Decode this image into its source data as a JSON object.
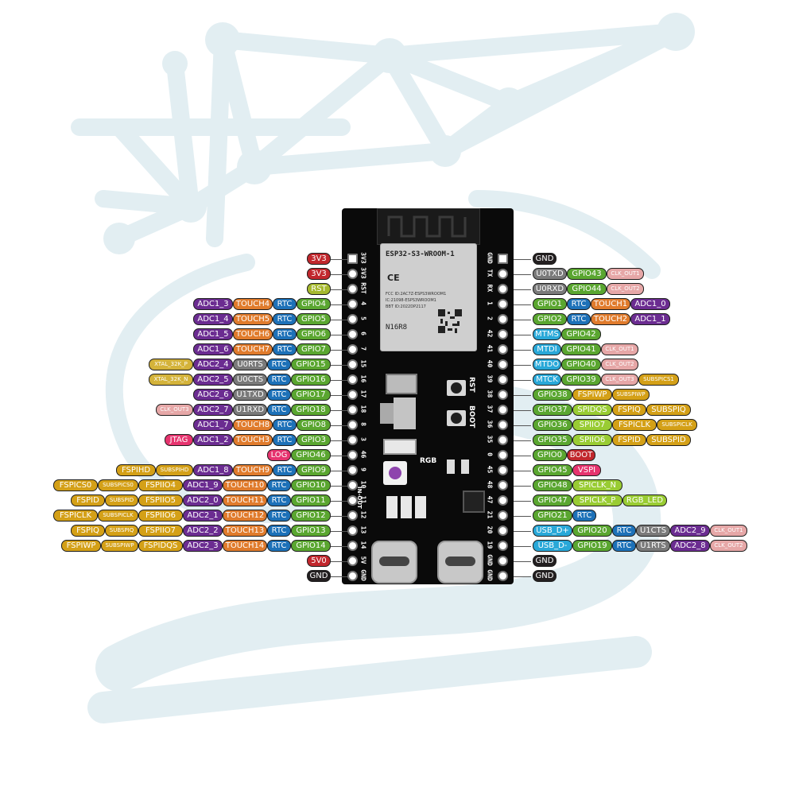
{
  "module": {
    "model": "ESP32-S3-WROOM-1",
    "fcc": "FCC ID:2AC7Z-ESPS3WROOM1",
    "ic": "IC:21098-ESPS3WROOM1",
    "bt": "BBT ID:2022DP2117",
    "variant": "N16R8"
  },
  "board": {
    "rst_label": "RST",
    "boot_label": "BOOT",
    "rgb_label": "RGB",
    "inout_label": "IN-OUT",
    "left_header": [
      "3V3",
      "3V3",
      "RST",
      "4",
      "5",
      "6",
      "7",
      "15",
      "16",
      "17",
      "18",
      "8",
      "3",
      "46",
      "9",
      "10",
      "11",
      "12",
      "13",
      "14",
      "5V",
      "GND"
    ],
    "right_header": [
      "GND",
      "TX",
      "RX",
      "1",
      "2",
      "42",
      "41",
      "40",
      "39",
      "38",
      "37",
      "36",
      "35",
      "0",
      "45",
      "48",
      "47",
      "21",
      "20",
      "19",
      "GND",
      "GND"
    ]
  },
  "colors": {
    "power_red": "#c1272d",
    "gnd_black": "#231f20",
    "rst_olive": "#a5b82d",
    "adc_purple": "#6b2c91",
    "touch_orange": "#e07b2c",
    "rtc_blue": "#1d71b8",
    "gpio_green": "#5aa630",
    "uart_gray": "#7a7a7a",
    "xtal_yellow": "#d4b33a",
    "clkout_pink": "#e6a7a7",
    "jtag_pink": "#e6336e",
    "mtx_cyan": "#29a8d8",
    "spi_lime": "#99cc33",
    "fspi_gold": "#d4a017",
    "usb_cyan": "#29a8d8",
    "background_pattern": "#e2eef2"
  },
  "left_pins": [
    [
      {
        "t": "3V3",
        "c": "power_red"
      }
    ],
    [
      {
        "t": "3V3",
        "c": "power_red"
      }
    ],
    [
      {
        "t": "RST",
        "c": "rst_olive"
      }
    ],
    [
      {
        "t": "GPIO4",
        "c": "gpio_green"
      },
      {
        "t": "RTC",
        "c": "rtc_blue"
      },
      {
        "t": "TOUCH4",
        "c": "touch_orange"
      },
      {
        "t": "ADC1_3",
        "c": "adc_purple"
      }
    ],
    [
      {
        "t": "GPIO5",
        "c": "gpio_green"
      },
      {
        "t": "RTC",
        "c": "rtc_blue"
      },
      {
        "t": "TOUCH5",
        "c": "touch_orange"
      },
      {
        "t": "ADC1_4",
        "c": "adc_purple"
      }
    ],
    [
      {
        "t": "GPIO6",
        "c": "gpio_green"
      },
      {
        "t": "RTC",
        "c": "rtc_blue"
      },
      {
        "t": "TOUCH6",
        "c": "touch_orange"
      },
      {
        "t": "ADC1_5",
        "c": "adc_purple"
      }
    ],
    [
      {
        "t": "GPIO7",
        "c": "gpio_green"
      },
      {
        "t": "RTC",
        "c": "rtc_blue"
      },
      {
        "t": "TOUCH7",
        "c": "touch_orange"
      },
      {
        "t": "ADC1_6",
        "c": "adc_purple"
      }
    ],
    [
      {
        "t": "GPIO15",
        "c": "gpio_green"
      },
      {
        "t": "RTC",
        "c": "rtc_blue"
      },
      {
        "t": "U0RTS",
        "c": "uart_gray"
      },
      {
        "t": "ADC2_4",
        "c": "adc_purple"
      },
      {
        "t": "XTAL_32K_P",
        "c": "xtal_yellow",
        "s": 1
      }
    ],
    [
      {
        "t": "GPIO16",
        "c": "gpio_green"
      },
      {
        "t": "RTC",
        "c": "rtc_blue"
      },
      {
        "t": "U0CTS",
        "c": "uart_gray"
      },
      {
        "t": "ADC2_5",
        "c": "adc_purple"
      },
      {
        "t": "XTAL_32K_N",
        "c": "xtal_yellow",
        "s": 1
      }
    ],
    [
      {
        "t": "GPIO17",
        "c": "gpio_green"
      },
      {
        "t": "RTC",
        "c": "rtc_blue"
      },
      {
        "t": "U1TXD",
        "c": "uart_gray"
      },
      {
        "t": "ADC2_6",
        "c": "adc_purple"
      }
    ],
    [
      {
        "t": "GPIO18",
        "c": "gpio_green"
      },
      {
        "t": "RTC",
        "c": "rtc_blue"
      },
      {
        "t": "U1RXD",
        "c": "uart_gray"
      },
      {
        "t": "ADC2_7",
        "c": "adc_purple"
      },
      {
        "t": "CLK_OUT3",
        "c": "clkout_pink",
        "s": 1
      }
    ],
    [
      {
        "t": "GPIO8",
        "c": "gpio_green"
      },
      {
        "t": "RTC",
        "c": "rtc_blue"
      },
      {
        "t": "TOUCH8",
        "c": "touch_orange"
      },
      {
        "t": "ADC1_7",
        "c": "adc_purple"
      }
    ],
    [
      {
        "t": "GPIO3",
        "c": "gpio_green"
      },
      {
        "t": "RTC",
        "c": "rtc_blue"
      },
      {
        "t": "TOUCH3",
        "c": "touch_orange"
      },
      {
        "t": "ADC1_2",
        "c": "adc_purple"
      },
      {
        "t": "JTAG",
        "c": "jtag_pink"
      }
    ],
    [
      {
        "t": "GPIO46",
        "c": "gpio_green"
      },
      {
        "t": "LOG",
        "c": "jtag_pink"
      }
    ],
    [
      {
        "t": "GPIO9",
        "c": "gpio_green"
      },
      {
        "t": "RTC",
        "c": "rtc_blue"
      },
      {
        "t": "TOUCH9",
        "c": "touch_orange"
      },
      {
        "t": "ADC1_8",
        "c": "adc_purple"
      },
      {
        "t": "SUBSPIHD",
        "c": "fspi_gold",
        "s": 1
      },
      {
        "t": "FSPIHD",
        "c": "fspi_gold"
      }
    ],
    [
      {
        "t": "GPIO10",
        "c": "gpio_green"
      },
      {
        "t": "RTC",
        "c": "rtc_blue"
      },
      {
        "t": "TOUCH10",
        "c": "touch_orange"
      },
      {
        "t": "ADC1_9",
        "c": "adc_purple"
      },
      {
        "t": "FSPIIO4",
        "c": "fspi_gold"
      },
      {
        "t": "SUBSPICS0",
        "c": "fspi_gold",
        "s": 1
      },
      {
        "t": "FSPICS0",
        "c": "fspi_gold"
      }
    ],
    [
      {
        "t": "GPIO11",
        "c": "gpio_green"
      },
      {
        "t": "RTC",
        "c": "rtc_blue"
      },
      {
        "t": "TOUCH11",
        "c": "touch_orange"
      },
      {
        "t": "ADC2_0",
        "c": "adc_purple"
      },
      {
        "t": "FSPIIO5",
        "c": "fspi_gold"
      },
      {
        "t": "SUBSPID",
        "c": "fspi_gold",
        "s": 1
      },
      {
        "t": "FSPID",
        "c": "fspi_gold"
      }
    ],
    [
      {
        "t": "GPIO12",
        "c": "gpio_green"
      },
      {
        "t": "RTC",
        "c": "rtc_blue"
      },
      {
        "t": "TOUCH12",
        "c": "touch_orange"
      },
      {
        "t": "ADC2_1",
        "c": "adc_purple"
      },
      {
        "t": "FSPIIO6",
        "c": "fspi_gold"
      },
      {
        "t": "SUBSPICLK",
        "c": "fspi_gold",
        "s": 1
      },
      {
        "t": "FSPICLK",
        "c": "fspi_gold"
      }
    ],
    [
      {
        "t": "GPIO13",
        "c": "gpio_green"
      },
      {
        "t": "RTC",
        "c": "rtc_blue"
      },
      {
        "t": "TOUCH13",
        "c": "touch_orange"
      },
      {
        "t": "ADC2_2",
        "c": "adc_purple"
      },
      {
        "t": "FSPIIO7",
        "c": "fspi_gold"
      },
      {
        "t": "SUBSPIQ",
        "c": "fspi_gold",
        "s": 1
      },
      {
        "t": "FSPIQ",
        "c": "fspi_gold"
      }
    ],
    [
      {
        "t": "GPIO14",
        "c": "gpio_green"
      },
      {
        "t": "RTC",
        "c": "rtc_blue"
      },
      {
        "t": "TOUCH14",
        "c": "touch_orange"
      },
      {
        "t": "ADC2_3",
        "c": "adc_purple"
      },
      {
        "t": "FSPIDQS",
        "c": "fspi_gold"
      },
      {
        "t": "SUBSPIWP",
        "c": "fspi_gold",
        "s": 1
      },
      {
        "t": "FSPIWP",
        "c": "fspi_gold"
      }
    ],
    [
      {
        "t": "5V0",
        "c": "power_red"
      }
    ],
    [
      {
        "t": "GND",
        "c": "gnd_black"
      }
    ]
  ],
  "right_pins": [
    [
      {
        "t": "GND",
        "c": "gnd_black"
      }
    ],
    [
      {
        "t": "U0TXD",
        "c": "uart_gray"
      },
      {
        "t": "GPIO43",
        "c": "gpio_green"
      },
      {
        "t": "CLK_OUT1",
        "c": "clkout_pink",
        "s": 1
      }
    ],
    [
      {
        "t": "U0RXD",
        "c": "uart_gray"
      },
      {
        "t": "GPIO44",
        "c": "gpio_green"
      },
      {
        "t": "CLK_OUT2",
        "c": "clkout_pink",
        "s": 1
      }
    ],
    [
      {
        "t": "GPIO1",
        "c": "gpio_green"
      },
      {
        "t": "RTC",
        "c": "rtc_blue"
      },
      {
        "t": "TOUCH1",
        "c": "touch_orange"
      },
      {
        "t": "ADC1_0",
        "c": "adc_purple"
      }
    ],
    [
      {
        "t": "GPIO2",
        "c": "gpio_green"
      },
      {
        "t": "RTC",
        "c": "rtc_blue"
      },
      {
        "t": "TOUCH2",
        "c": "touch_orange"
      },
      {
        "t": "ADC1_1",
        "c": "adc_purple"
      }
    ],
    [
      {
        "t": "MTMS",
        "c": "mtx_cyan"
      },
      {
        "t": "GPIO42",
        "c": "gpio_green"
      }
    ],
    [
      {
        "t": "MTDI",
        "c": "mtx_cyan"
      },
      {
        "t": "GPIO41",
        "c": "gpio_green"
      },
      {
        "t": "CLK_OUT1",
        "c": "clkout_pink",
        "s": 1
      }
    ],
    [
      {
        "t": "MTDO",
        "c": "mtx_cyan"
      },
      {
        "t": "GPIO40",
        "c": "gpio_green"
      },
      {
        "t": "CLK_OUT2",
        "c": "clkout_pink",
        "s": 1
      }
    ],
    [
      {
        "t": "MTCK",
        "c": "mtx_cyan"
      },
      {
        "t": "GPIO39",
        "c": "gpio_green"
      },
      {
        "t": "CLK_OUT3",
        "c": "clkout_pink",
        "s": 1
      },
      {
        "t": "SUBSPICS1",
        "c": "fspi_gold",
        "s": 1
      }
    ],
    [
      {
        "t": "GPIO38",
        "c": "gpio_green"
      },
      {
        "t": "FSPIWP",
        "c": "fspi_gold"
      },
      {
        "t": "SUBSPIWP",
        "c": "fspi_gold",
        "s": 1
      }
    ],
    [
      {
        "t": "GPIO37",
        "c": "gpio_green"
      },
      {
        "t": "SPIDQS",
        "c": "spi_lime"
      },
      {
        "t": "FSPIQ",
        "c": "fspi_gold"
      },
      {
        "t": "SUBSPIQ",
        "c": "fspi_gold"
      }
    ],
    [
      {
        "t": "GPIO36",
        "c": "gpio_green"
      },
      {
        "t": "SPIIO7",
        "c": "spi_lime"
      },
      {
        "t": "FSPICLK",
        "c": "fspi_gold"
      },
      {
        "t": "SUBSPICLK",
        "c": "fspi_gold",
        "s": 1
      }
    ],
    [
      {
        "t": "GPIO35",
        "c": "gpio_green"
      },
      {
        "t": "SPIIO6",
        "c": "spi_lime"
      },
      {
        "t": "FSPID",
        "c": "fspi_gold"
      },
      {
        "t": "SUBSPID",
        "c": "fspi_gold"
      }
    ],
    [
      {
        "t": "GPIO0",
        "c": "gpio_green"
      },
      {
        "t": "BOOT",
        "c": "power_red"
      }
    ],
    [
      {
        "t": "GPIO45",
        "c": "gpio_green"
      },
      {
        "t": "VSPI",
        "c": "jtag_pink"
      }
    ],
    [
      {
        "t": "GPIO48",
        "c": "gpio_green"
      },
      {
        "t": "SPICLK_N",
        "c": "spi_lime"
      }
    ],
    [
      {
        "t": "GPIO47",
        "c": "gpio_green"
      },
      {
        "t": "SPICLK_P",
        "c": "spi_lime"
      },
      {
        "t": "RGB_LED",
        "c": "spi_lime"
      }
    ],
    [
      {
        "t": "GPIO21",
        "c": "gpio_green"
      },
      {
        "t": "RTC",
        "c": "rtc_blue"
      }
    ],
    [
      {
        "t": "USB_D+",
        "c": "usb_cyan"
      },
      {
        "t": "GPIO20",
        "c": "gpio_green"
      },
      {
        "t": "RTC",
        "c": "rtc_blue"
      },
      {
        "t": "U1CTS",
        "c": "uart_gray"
      },
      {
        "t": "ADC2_9",
        "c": "adc_purple"
      },
      {
        "t": "CLK_OUT1",
        "c": "clkout_pink",
        "s": 1
      }
    ],
    [
      {
        "t": "USB_D-",
        "c": "usb_cyan"
      },
      {
        "t": "GPIO19",
        "c": "gpio_green"
      },
      {
        "t": "RTC",
        "c": "rtc_blue"
      },
      {
        "t": "U1RTS",
        "c": "uart_gray"
      },
      {
        "t": "ADC2_8",
        "c": "adc_purple"
      },
      {
        "t": "CLK_OUT2",
        "c": "clkout_pink",
        "s": 1
      }
    ],
    [
      {
        "t": "GND",
        "c": "gnd_black"
      }
    ],
    [
      {
        "t": "GND",
        "c": "gnd_black"
      }
    ]
  ]
}
